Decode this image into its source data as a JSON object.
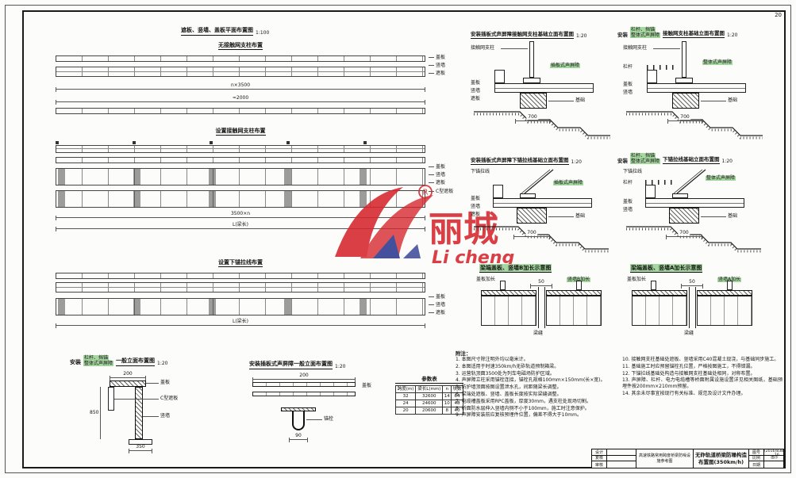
{
  "page": {
    "number": "20"
  },
  "colors": {
    "highlight": "#a7d7a1",
    "logo_red": "#d5262c",
    "logo_blue": "#2b3990"
  },
  "watermark": {
    "cn": "丽城",
    "en": "Li cheng",
    "reg": "R"
  },
  "plan": {
    "title": "遮板、竖墙、盖板平面布置图",
    "scale": "1:100",
    "group1_title": "无接触网支柱布置",
    "group2_title": "设置接触网支柱布置",
    "group3_title": "设置下锚拉线布置",
    "dim_span": "n×3500",
    "dim_approx": "≈2000",
    "dim_span2": "3500×n",
    "dim_len": "L(梁长)",
    "labels_g1": [
      "盖板",
      "竖墙",
      "遮板"
    ],
    "labels_g2": [
      "盖板",
      "竖墙",
      "遮板",
      "C型遮板"
    ],
    "labels_g3": [
      "盖板",
      "竖墙",
      "遮板"
    ]
  },
  "details": {
    "d1": {
      "title": "安装插板式声屏障接触网支柱基础立面布置图",
      "scale": "1:20",
      "tag": "插板式声屏障",
      "labels": [
        "接触网支柱",
        "盖板",
        "竖墙",
        "遮板",
        "基础"
      ],
      "dim": "700"
    },
    "d2": {
      "prefix": "安装",
      "hl1": "栏杆、挡锚",
      "hl2": "整体式声屏障",
      "suffix": "接触网支柱基础立面布置图",
      "scale": "1:20",
      "tag": "整体式声屏障",
      "labels": [
        "接触网支柱",
        "栏杆",
        "盖板",
        "竖墙",
        "基础"
      ],
      "dim": "700"
    },
    "d3": {
      "title": "安装插板式声屏障下锚拉线基础立面布置图",
      "scale": "1:20",
      "tag": "插板式声屏障",
      "labels": [
        "下锚拉线",
        "盖板",
        "竖墙",
        "遮板",
        "基础"
      ],
      "dim": "700"
    },
    "d4": {
      "prefix": "安装",
      "hl1": "栏杆、挡锚",
      "hl2": "整体式声屏障",
      "suffix": "下锚拉线基础立面布置图",
      "scale": "1:20",
      "tag": "整体式声屏障",
      "labels": [
        "下锚拉线",
        "栏杆",
        "盖板",
        "竖墙",
        "基础"
      ],
      "dim": "700"
    }
  },
  "beam_b": {
    "title": "梁端盖板、竖墙B加长示意图",
    "dim": "50",
    "labels": [
      "盖板加长",
      "竖墙B加长",
      "梁缝"
    ]
  },
  "beam_a": {
    "title": "梁端盖板、竖墙A加长示意图",
    "dim": "50",
    "labels": [
      "盖板加长",
      "竖墙A加长",
      "梁缝"
    ]
  },
  "elev1": {
    "prefix": "安装",
    "hl1": "栏杆、挡锚",
    "hl2": "整体式声屏障",
    "suffix": "一般立面布置图",
    "scale": "1:20",
    "labels": [
      "盖板",
      "C型遮板",
      "竖墙"
    ],
    "dims": [
      "200",
      "850",
      "350"
    ]
  },
  "elev2": {
    "title": "安装插板式声屏障一般立面布置图",
    "scale": "1:20",
    "labels": [
      "锚栓",
      "盖板"
    ],
    "dims": [
      "200",
      "90"
    ]
  },
  "params": {
    "title": "参数表",
    "headers": [
      "跨度(m)",
      "梁长L(mm)",
      "n",
      "块数"
    ],
    "rows": [
      [
        "32",
        "32600",
        "14",
        "64"
      ],
      [
        "24",
        "24600",
        "10",
        "48"
      ],
      [
        "20",
        "20600",
        "8",
        "40"
      ]
    ]
  },
  "notes": {
    "title": "附注：",
    "left": [
      "1. 本图尺寸除注明外均以毫米计。",
      "2. 本图适用于时速350km/h无砟轨道预制箱梁。",
      "3. 运营轨顶面3500处为列车电磁场防护区域。",
      "4. 声屏障立柱采用锚栓连接，锚栓孔规格100mm×150mm(长×宽)。",
      "5. 防护墙顶面按图设置泄水孔，间距随梁长调整。",
      "6. 梁端处遮板、竖墙、盖板长度按实际梁缝调整。",
      "7. 电缆槽盖板采用RPC盖板，厚度30mm，遇支柱处现场切割。",
      "8. 桥面防水层伸入竖墙内侧不小于100mm，施工时注意保护。",
      "9. 声屏障安装前应复核预埋件位置，偏差不得大于10mm。"
    ],
    "right": [
      "10. 接触网支柱基础处遮板、竖墙采用C40混凝土现浇，与基础同步施工。",
      "11. 基础施工时应预留锚栓孔位置，严格按图施工，不得错漏。",
      "12. 下锚拉线基础处构造与接触网支柱基础处相同，对称布置。",
      "13. 声屏障、栏杆、电力电缆槽等桥面附属设施设置详见相关图纸，基础预埋件按200mm×210mm预留。",
      "14. 其余未尽事宜按现行有关标准、规范及设计文件办理。"
    ]
  },
  "titleblock": {
    "design": "设计",
    "check": "复核",
    "review": "审核",
    "org": "高速铁路常用跨度桥梁防噪设施参考图",
    "main": "无砟轨道桥梁防噪构造布置图(350km/h)",
    "no_label": "图号",
    "no_value": "通桥(2016)8389A-16",
    "scale_label": "比例",
    "scale_value": "图示",
    "date_label": "日期",
    "date_value": ""
  }
}
